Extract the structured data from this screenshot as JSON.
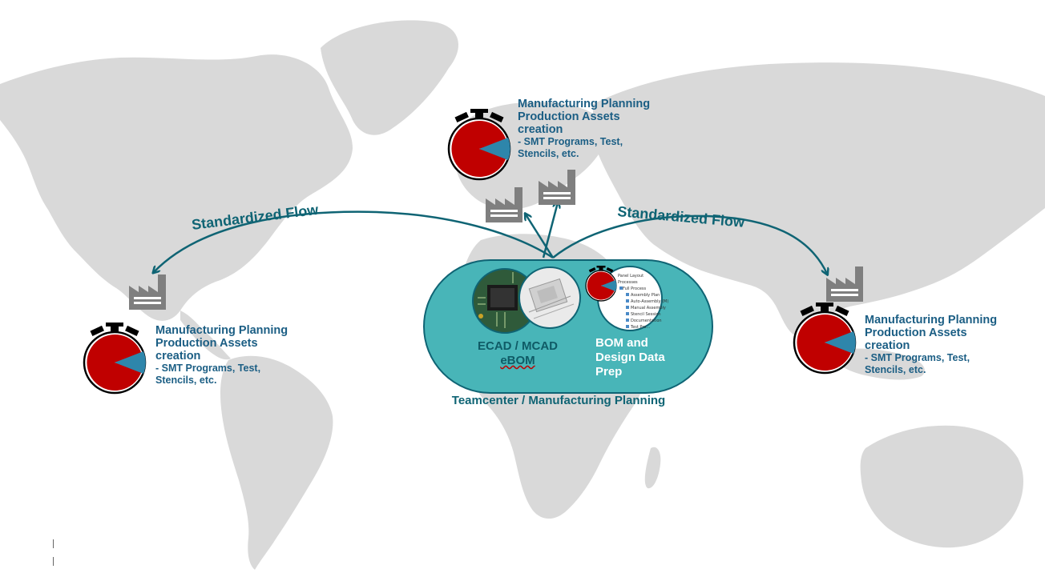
{
  "flows": {
    "left_label": "Standardized Flow",
    "right_label": "Standardized Flow"
  },
  "sites": {
    "europe": {
      "title_line1": "Manufacturing Planning",
      "title_line2": "Production Assets",
      "title_line3": "creation",
      "detail_line1": "- SMT Programs, Test,",
      "detail_line2": "Stencils, etc."
    },
    "americas": {
      "title_line1": "Manufacturing Planning",
      "title_line2": "Production Assets",
      "title_line3": "creation",
      "detail_line1": "- SMT Programs, Test,",
      "detail_line2": "Stencils, etc."
    },
    "asia": {
      "title_line1": "Manufacturing Planning",
      "title_line2": "Production Assets",
      "title_line3": "creation",
      "detail_line1": "- SMT Programs, Test,",
      "detail_line2": "Stencils, etc."
    }
  },
  "hub": {
    "ecad_line1": "ECAD / MCAD",
    "ecad_line2": "eBOM",
    "bom_line1": "BOM and",
    "bom_line2": "Design Data",
    "bom_line3": "Prep",
    "caption": "Teamcenter / Manufacturing Planning",
    "tree_items": [
      "Panel Layout",
      "Processes",
      "Full Process",
      "Assembly Plan",
      "Auto-Assembly (M)",
      "Manual Assembly",
      "Stencil Session",
      "Documentation",
      "Test Pro..."
    ]
  },
  "colors": {
    "map": "#d9d9d9",
    "hub": "#48b5b8",
    "flow": "#0f6474",
    "label": "#1b5e84",
    "timer_red": "#c00000",
    "timer_blue": "#2e86ab",
    "factory": "#7f7f7f"
  }
}
